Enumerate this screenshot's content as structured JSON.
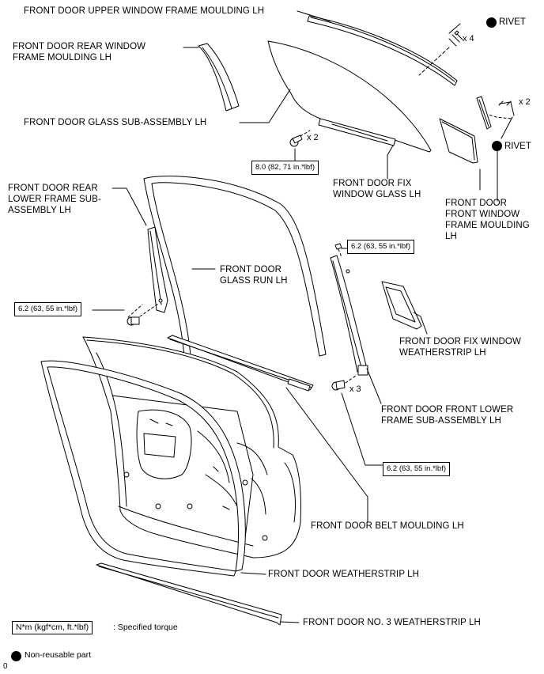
{
  "labels": {
    "upper_window_frame_moulding": "FRONT DOOR UPPER WINDOW FRAME MOULDING LH",
    "rear_window_frame_moulding": "FRONT DOOR REAR WINDOW\nFRAME MOULDING LH",
    "glass_sub_assembly": "FRONT DOOR GLASS SUB-ASSEMBLY LH",
    "fix_window_glass": "FRONT DOOR FIX\nWINDOW GLASS LH",
    "front_window_frame_moulding": "FRONT DOOR\nFRONT WINDOW\nFRAME MOULDING\nLH",
    "rear_lower_frame": "FRONT DOOR REAR\nLOWER FRAME SUB-\nASSEMBLY LH",
    "glass_run": "FRONT DOOR\nGLASS RUN LH",
    "fix_window_weatherstrip": "FRONT DOOR FIX WINDOW\nWEATHERSTRIP LH",
    "front_lower_frame": "FRONT DOOR FRONT LOWER\nFRAME SUB-ASSEMBLY LH",
    "belt_moulding": "FRONT DOOR BELT MOULDING LH",
    "weatherstrip": "FRONT DOOR WEATHERSTRIP LH",
    "no3_weatherstrip": "FRONT DOOR NO. 3 WEATHERSTRIP LH"
  },
  "rivet": {
    "label": "RIVET"
  },
  "multipliers": {
    "x4": "x 4",
    "x2_rivet": "x 2",
    "x2_bolt": "x 2",
    "x3": "x 3"
  },
  "torques": {
    "glass_bolt": "8.0 (82, 71 in.*lbf)",
    "front_lower_top": "6.2 (63, 55 in.*lbf)",
    "rear_lower": "6.2 (63, 55 in.*lbf)",
    "front_lower_bottom": "6.2 (63, 55 in.*lbf)"
  },
  "legend": {
    "torque_unit": "N*m (kgf*cm, ft.*lbf)",
    "torque_desc": ": Specified torque",
    "non_reusable": "Non-reusable part"
  },
  "corner_mark": "0"
}
